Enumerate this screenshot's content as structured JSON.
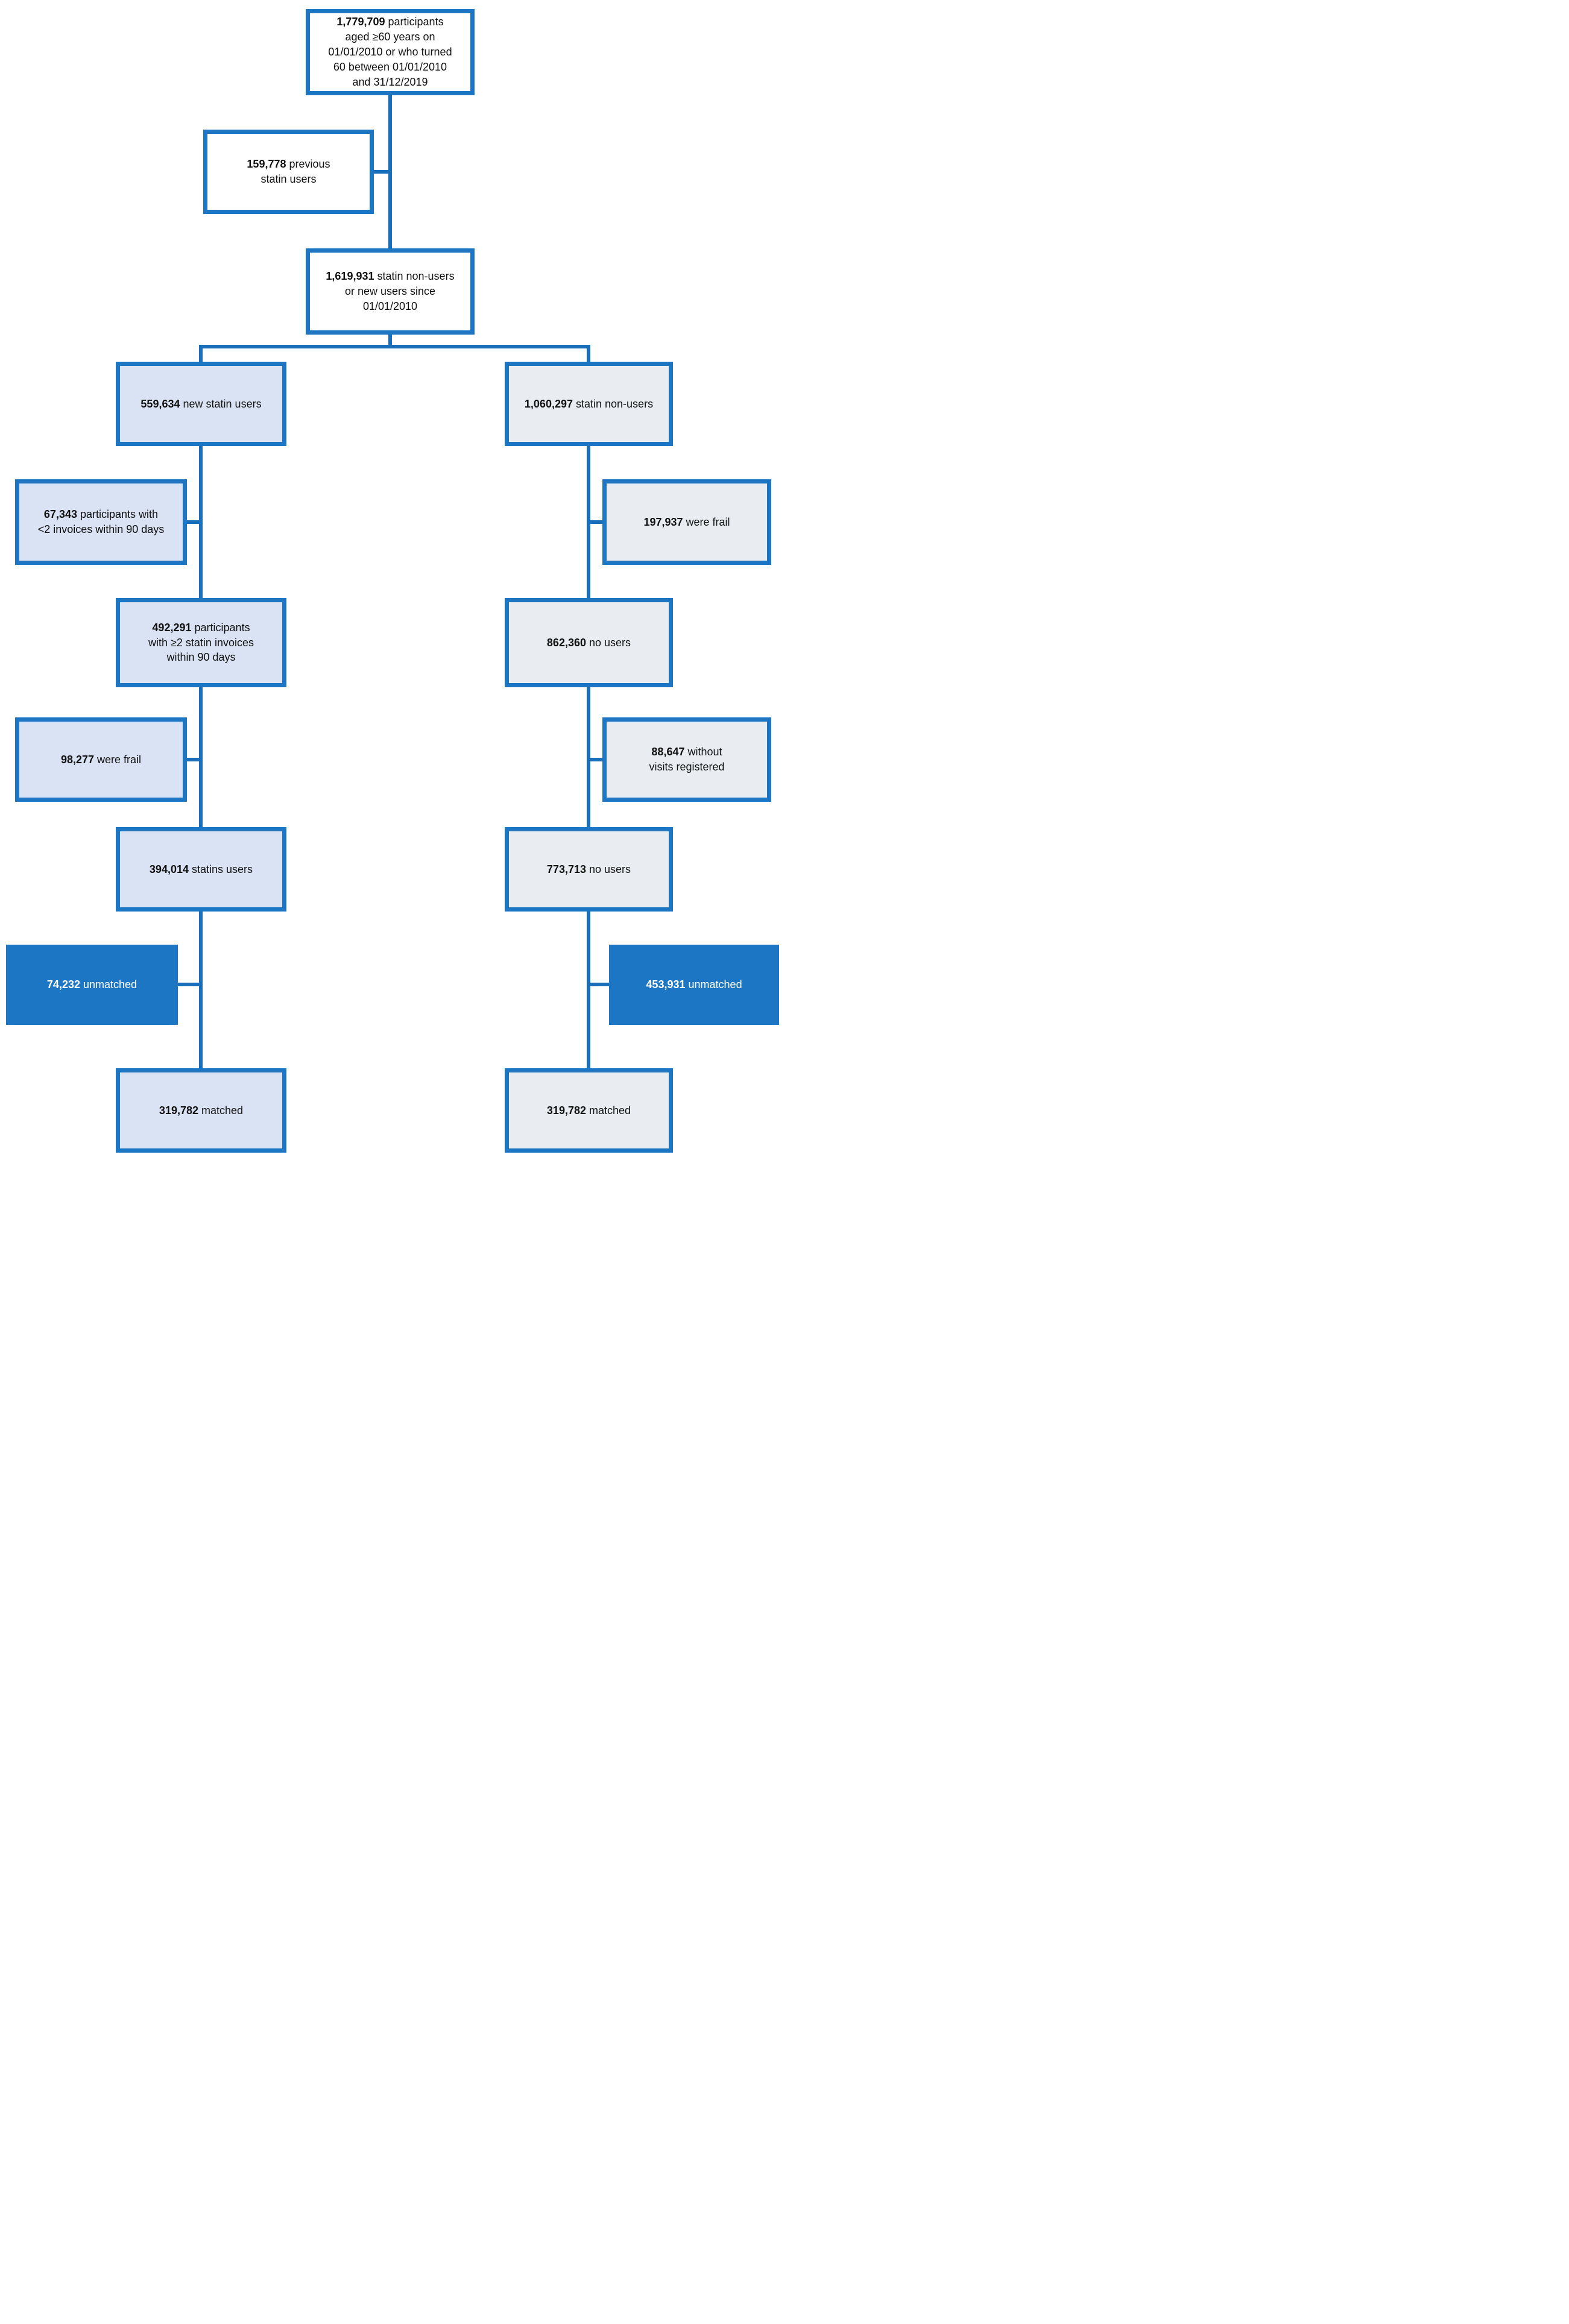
{
  "colors": {
    "accent_blue": "#1d76c4",
    "connector_blue": "#1a6fbc",
    "light_blue_fill": "#d9e3f3",
    "light_gray_fill": "#e9edf1",
    "solid_blue_fill": "#1d76c4",
    "text": "#111111",
    "solid_box_text": "#ffffff"
  },
  "nodes": {
    "total": {
      "number": "1,779,709",
      "label": "participants\naged ≥60 years on\n01/01/2010 or who turned\n60 between 01/01/2010\nand 31/12/2019"
    },
    "prev": {
      "number": "159,778",
      "label": "previous\nstatin users"
    },
    "pool": {
      "number": "1,619,931",
      "label": "statin non-users\nor new users since\n01/01/2010"
    },
    "newusers": {
      "number": "559,634",
      "label": "new statin users"
    },
    "nonusers": {
      "number": "1,060,297",
      "label": "statin non-users"
    },
    "lt2": {
      "number": "67,343",
      "label": "participants with\n<2 invoices within 90 days"
    },
    "frail1": {
      "number": "197,937",
      "label": "were frail"
    },
    "ge2": {
      "number": "492,291",
      "label": "participants\nwith ≥2 statin invoices\nwithin 90 days"
    },
    "nousers1": {
      "number": "862,360",
      "label": "no users"
    },
    "frail2": {
      "number": "98,277",
      "label": "were frail"
    },
    "novisits": {
      "number": "88,647",
      "label": "without\nvisits registered"
    },
    "statins": {
      "number": "394,014",
      "label": "statins users"
    },
    "nousers2": {
      "number": "773,713",
      "label": "no users"
    },
    "unmatchedL": {
      "number": "74,232",
      "label": "unmatched"
    },
    "unmatchedR": {
      "number": "453,931",
      "label": "unmatched"
    },
    "matchedL": {
      "number": "319,782",
      "label": "matched"
    },
    "matchedR": {
      "number": "319,782",
      "label": "matched"
    }
  }
}
